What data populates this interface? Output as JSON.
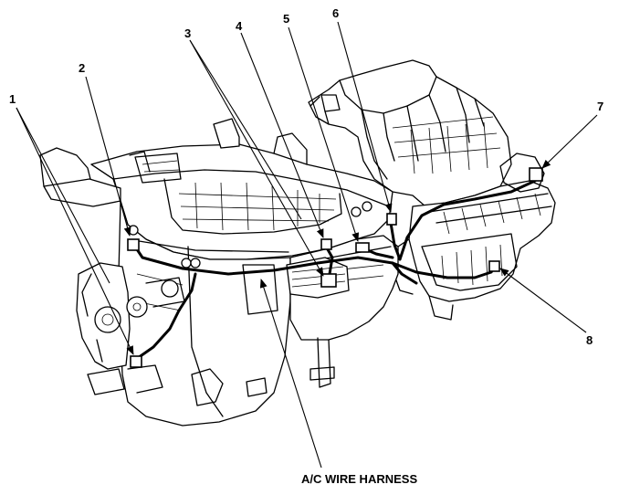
{
  "callouts": [
    {
      "id": "1",
      "label": "1"
    },
    {
      "id": "2",
      "label": "2"
    },
    {
      "id": "3",
      "label": "3"
    },
    {
      "id": "4",
      "label": "4"
    },
    {
      "id": "5",
      "label": "5"
    },
    {
      "id": "6",
      "label": "6"
    },
    {
      "id": "7",
      "label": "7"
    },
    {
      "id": "8",
      "label": "8"
    }
  ],
  "caption": "A/C WIRE HARNESS"
}
